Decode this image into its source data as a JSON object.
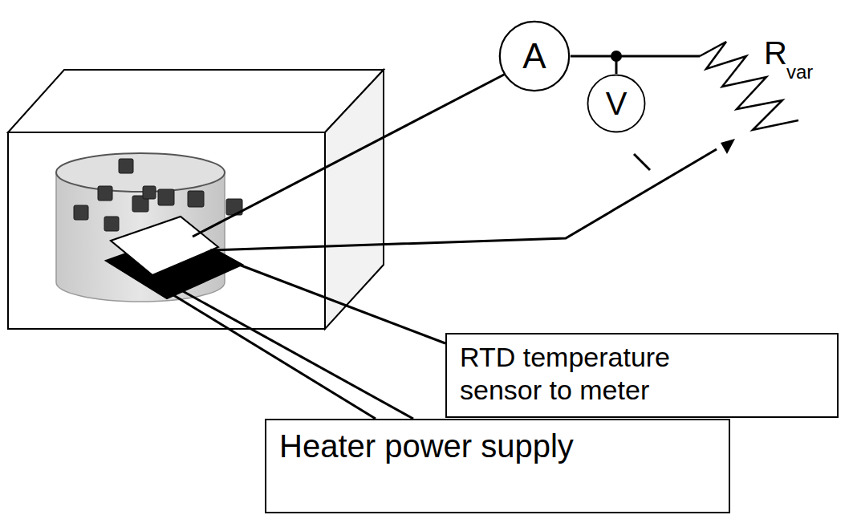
{
  "diagram": {
    "nodes": [
      {
        "text": [
          "A"
        ]
      },
      {
        "text": [
          "V"
        ]
      },
      {
        "text": [
          "RTD temperature sensor to meter"
        ]
      },
      {
        "text": [
          "Heater power supply"
        ]
      }
    ],
    "edges": [
      {
        "from": 0,
        "to": 1,
        "arrow": "none"
      }
    ],
    "labels": [
      "R",
      "var"
    ]
  }
}
